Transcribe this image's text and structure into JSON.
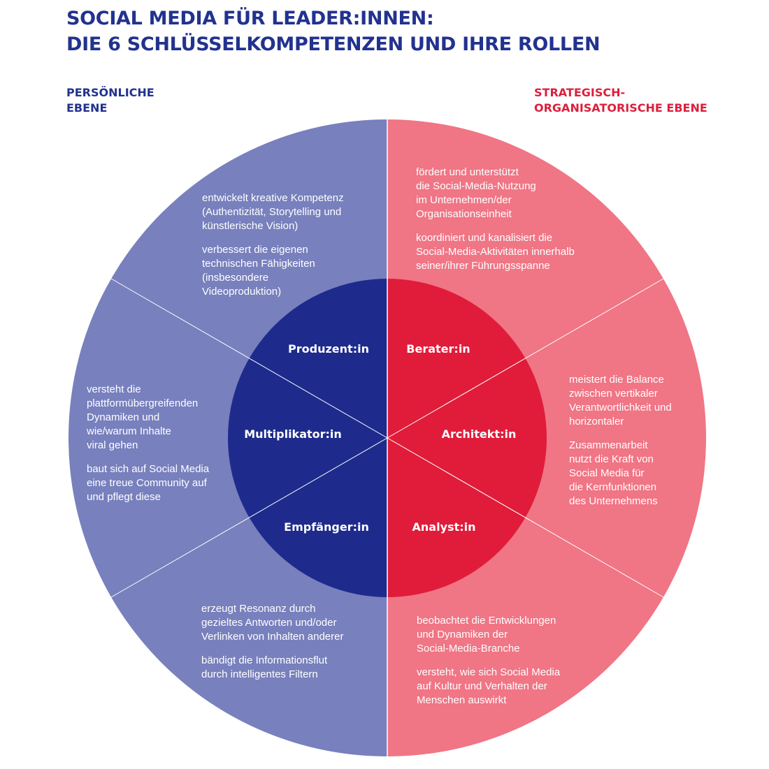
{
  "title": {
    "line1": "SOCIAL MEDIA FÜR LEADER:INNEN:",
    "line2": "DIE 6 SCHLÜSSELKOMPETENZEN UND IHRE ROLLEN"
  },
  "levels": {
    "personal": {
      "line1": "PERSÖNLICHE",
      "line2": "EBENE"
    },
    "strategic": {
      "line1": "STRATEGISCH-",
      "line2": "ORGANISATORISCHE EBENE"
    }
  },
  "colors": {
    "personal_outer": "#7880bd",
    "personal_inner": "#1e2b8c",
    "strategic_outer": "#f07585",
    "strategic_inner": "#e01c3a",
    "heading_blue": "#22328f",
    "heading_red": "#dc1f3c"
  },
  "roles": {
    "produzent": "Produzent:in",
    "berater": "Berater:in",
    "multiplikator": "Multiplikator:in",
    "architekt": "Architekt:in",
    "empfaenger": "Empfänger:in",
    "analyst": "Analyst:in"
  },
  "descriptions": {
    "produzent": {
      "p1": [
        "entwickelt kreative Kompetenz",
        "(Authentizität, Storytelling und",
        "künstlerische Vision)"
      ],
      "p2": [
        "verbessert die eigenen",
        "technischen Fähigkeiten",
        "(insbesondere",
        "Videoproduktion)"
      ]
    },
    "berater": {
      "p1": [
        "fördert und unterstützt",
        "die Social-Media-Nutzung",
        "im Unternehmen/der",
        "Organisationseinheit"
      ],
      "p2": [
        "koordiniert und kanalisiert die",
        "Social-Media-Aktivitäten innerhalb",
        "seiner/ihrer Führungsspanne"
      ]
    },
    "multiplikator": {
      "p1": [
        "versteht die",
        "plattformübergreifenden",
        "Dynamiken und",
        "wie/warum Inhalte",
        "viral gehen"
      ],
      "p2": [
        "baut sich auf Social Media",
        "eine treue Community auf",
        "und pflegt diese"
      ]
    },
    "architekt": {
      "p1": [
        "meistert die Balance",
        "zwischen vertikaler",
        "Verantwortlichkeit und",
        "horizontaler"
      ],
      "p2": [
        "Zusammenarbeit",
        "nutzt die Kraft von",
        "Social Media für",
        "die Kernfunktionen",
        "des Unternehmens"
      ]
    },
    "empfaenger": {
      "p1": [
        "erzeugt Resonanz durch",
        "gezieltes Antworten und/oder",
        "Verlinken von Inhalten anderer"
      ],
      "p2": [
        "bändigt die Informationsflut",
        "durch intelligentes Filtern"
      ]
    },
    "analyst": {
      "p1": [
        "beobachtet die Entwicklungen",
        "und Dynamiken der",
        "Social-Media-Branche"
      ],
      "p2": [
        "versteht, wie sich Social Media",
        "auf Kultur und Verhalten der",
        "Menschen auswirkt"
      ]
    }
  }
}
